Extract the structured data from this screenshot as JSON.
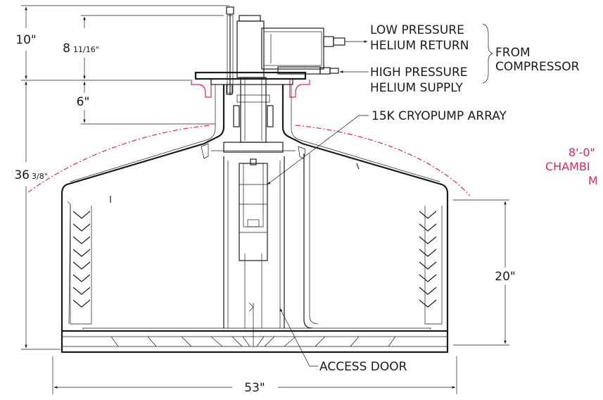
{
  "colors": {
    "ink": "#1a1a1a",
    "chamber_accent": "#e0245e",
    "background": "#ffffff"
  },
  "dimensions": {
    "overall_top": "10\"",
    "head_height_whole": "8",
    "head_height_frac": "11/16\"",
    "neck_height": "6\"",
    "total_height_whole": "36",
    "total_height_frac": "3/8\"",
    "side_height": "20\"",
    "width": "53\""
  },
  "callouts": {
    "low_pressure_line1": "LOW PRESSURE",
    "low_pressure_line2": "HELIUM RETURN",
    "high_pressure_line1": "HIGH PRESSURE",
    "high_pressure_line2": "HELIUM SUPPLY",
    "from_line1": "FROM",
    "from_line2": "COMPRESSOR",
    "array": "15K CRYOPUMP ARRAY",
    "access_door": "ACCESS DOOR"
  },
  "chamber_note": {
    "line1": "8'-0\"",
    "line2": "CHAMBI",
    "line3": "M"
  }
}
